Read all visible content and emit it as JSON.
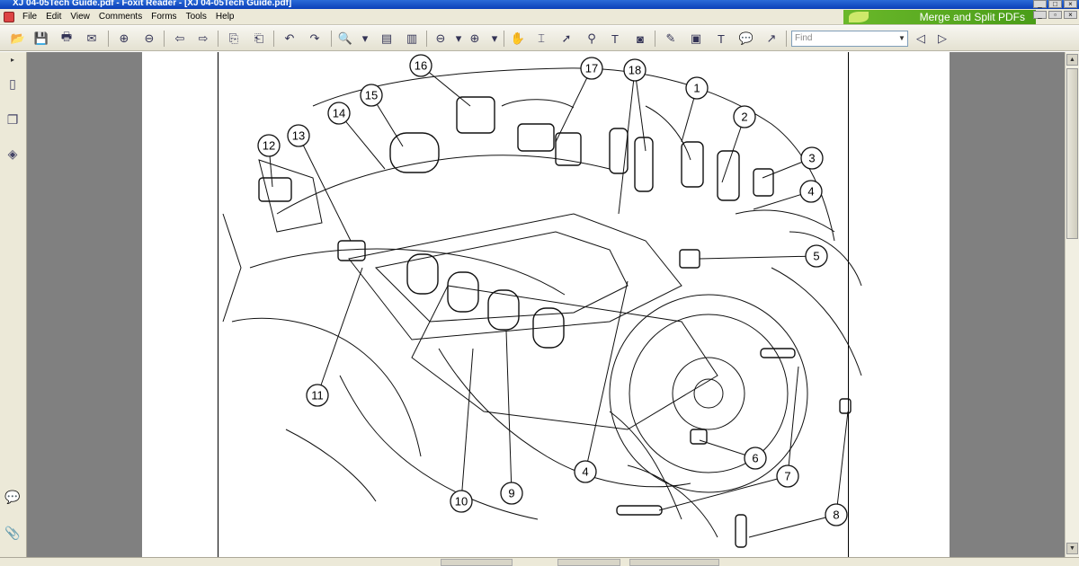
{
  "window": {
    "title": "XJ 04-05Tech Guide.pdf - Foxit Reader - [XJ 04-05Tech Guide.pdf]"
  },
  "menu": {
    "items": [
      "File",
      "Edit",
      "View",
      "Comments",
      "Forms",
      "Tools",
      "Help"
    ]
  },
  "promo": {
    "label": "Merge and Split PDFs"
  },
  "search": {
    "placeholder": "Find"
  },
  "diagram": {
    "callouts": [
      "1",
      "2",
      "3",
      "4",
      "5",
      "6",
      "7",
      "8",
      "9",
      "10",
      "11",
      "12",
      "13",
      "14",
      "15",
      "16",
      "17",
      "18",
      "4",
      "7",
      "8",
      "11"
    ]
  }
}
